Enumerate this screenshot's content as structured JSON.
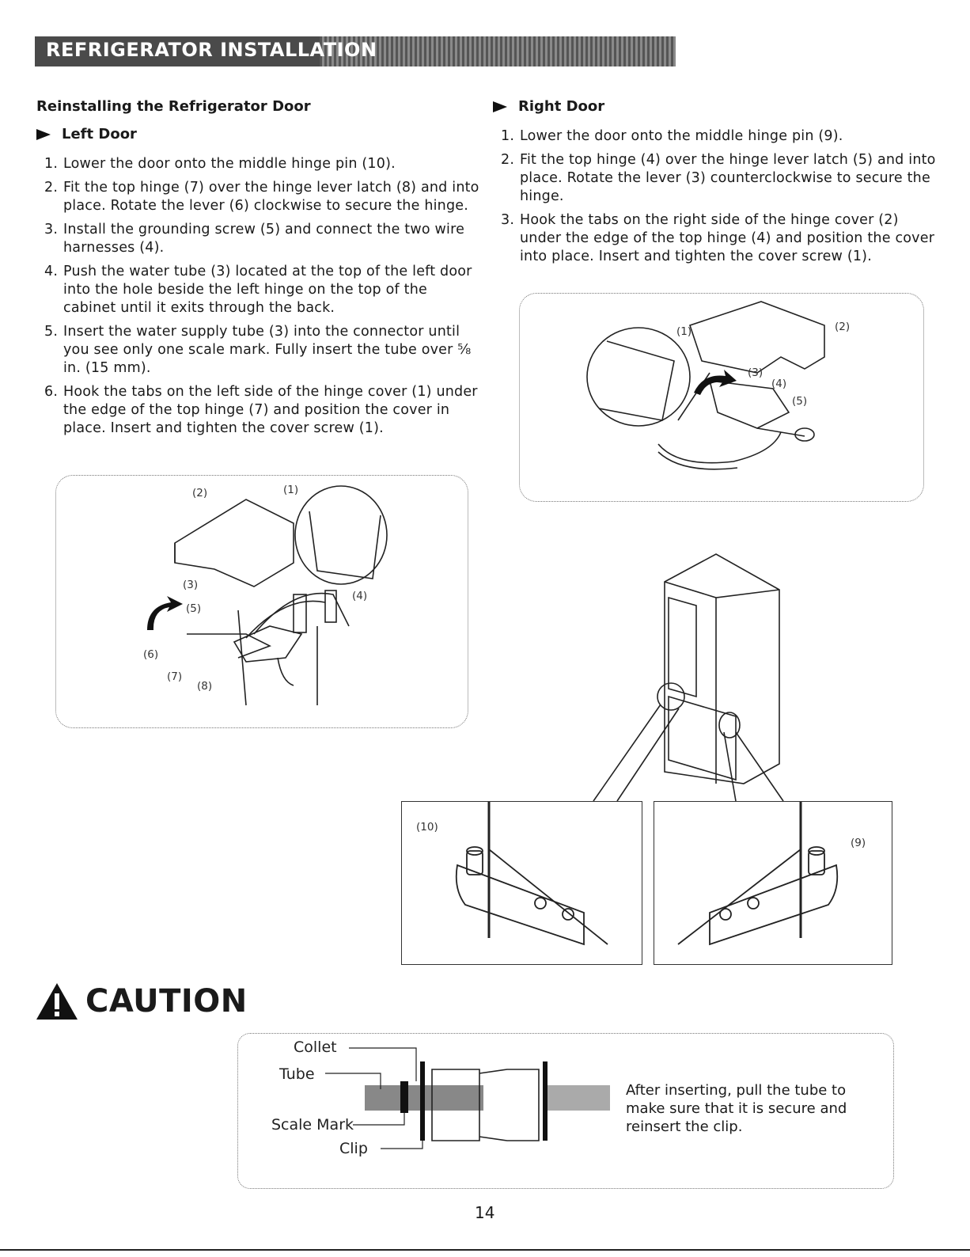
{
  "banner": {
    "title": "REFRIGERATOR INSTALLATION"
  },
  "left": {
    "heading": "Reinstalling the Refrigerator Door",
    "subheading": "Left Door",
    "steps": [
      {
        "n": "1.",
        "text": "Lower the door onto the middle hinge pin (10)."
      },
      {
        "n": "2.",
        "text": "Fit the top hinge (7) over the hinge lever latch (8) and into place. Rotate the lever (6) clockwise to secure the hinge."
      },
      {
        "n": "3.",
        "text": "Install the grounding screw (5) and connect the two wire harnesses (4)."
      },
      {
        "n": "4.",
        "text": "Push the water tube (3) located at the top of the left door into the hole beside the left hinge on the top of the cabinet until it exits through the back."
      },
      {
        "n": "5.",
        "text": "Insert the water supply tube (3) into the connector until you see only one scale mark. Fully insert the tube over ⅝ in. (15 mm)."
      },
      {
        "n": "6.",
        "text": "Hook the tabs on the left side of the hinge cover (1) under the edge of the top hinge (7) and position the cover in place. Insert and tighten the cover screw (1)."
      }
    ]
  },
  "right": {
    "subheading": "Right Door",
    "steps": [
      {
        "n": "1.",
        "text": "Lower the door onto the middle hinge pin (9)."
      },
      {
        "n": "2.",
        "text": "Fit the top hinge (4) over the hinge lever latch (5) and into place. Rotate the lever (3) counterclockwise to secure the hinge."
      },
      {
        "n": "3.",
        "text": "Hook the tabs on the right side of the hinge cover (2) under the edge of the top hinge (4) and position the cover into place. Insert and tighten the cover screw (1)."
      }
    ]
  },
  "fig_left": {
    "c1": "(1)",
    "c2": "(2)",
    "c3": "(3)",
    "c4": "(4)",
    "c5": "(5)",
    "c6": "(6)",
    "c7": "(7)",
    "c8": "(8)"
  },
  "fig_right": {
    "c1": "(1)",
    "c2": "(2)",
    "c3": "(3)",
    "c4": "(4)",
    "c5": "(5)"
  },
  "fig_pins": {
    "c10": "(10)",
    "c9": "(9)"
  },
  "caution": {
    "title": "CAUTION",
    "labels": {
      "collet": "Collet",
      "tube": "Tube",
      "scale_mark": "Scale Mark",
      "clip": "Clip"
    },
    "note": "After inserting, pull the tube to make sure that it is secure and reinsert the clip."
  },
  "page_number": "14"
}
